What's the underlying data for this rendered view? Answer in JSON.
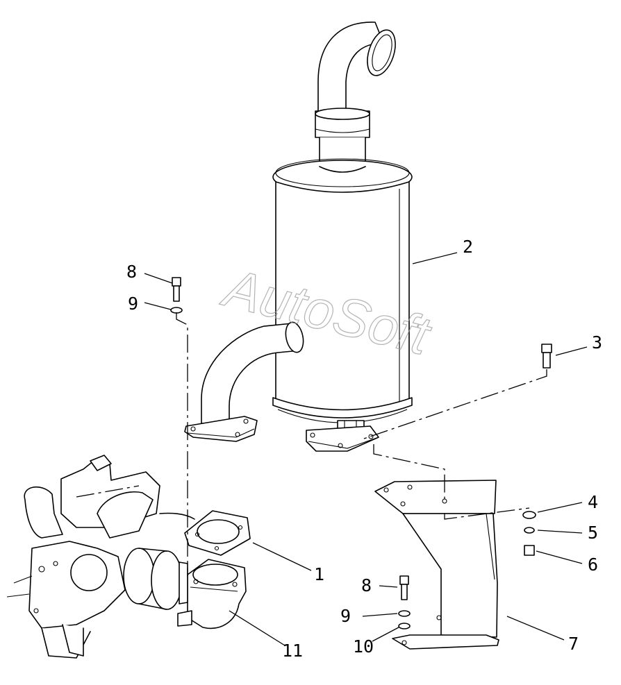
{
  "watermark": "AutoSoft",
  "callouts": [
    {
      "id": "c1",
      "label": "1"
    },
    {
      "id": "c2",
      "label": "2"
    },
    {
      "id": "c3",
      "label": "3"
    },
    {
      "id": "c4",
      "label": "4"
    },
    {
      "id": "c5",
      "label": "5"
    },
    {
      "id": "c6",
      "label": "6"
    },
    {
      "id": "c7",
      "label": "7"
    },
    {
      "id": "c8a",
      "label": "8"
    },
    {
      "id": "c8b",
      "label": "8"
    },
    {
      "id": "c9a",
      "label": "9"
    },
    {
      "id": "c9b",
      "label": "9"
    },
    {
      "id": "c10",
      "label": "10"
    },
    {
      "id": "c11",
      "label": "11"
    }
  ]
}
